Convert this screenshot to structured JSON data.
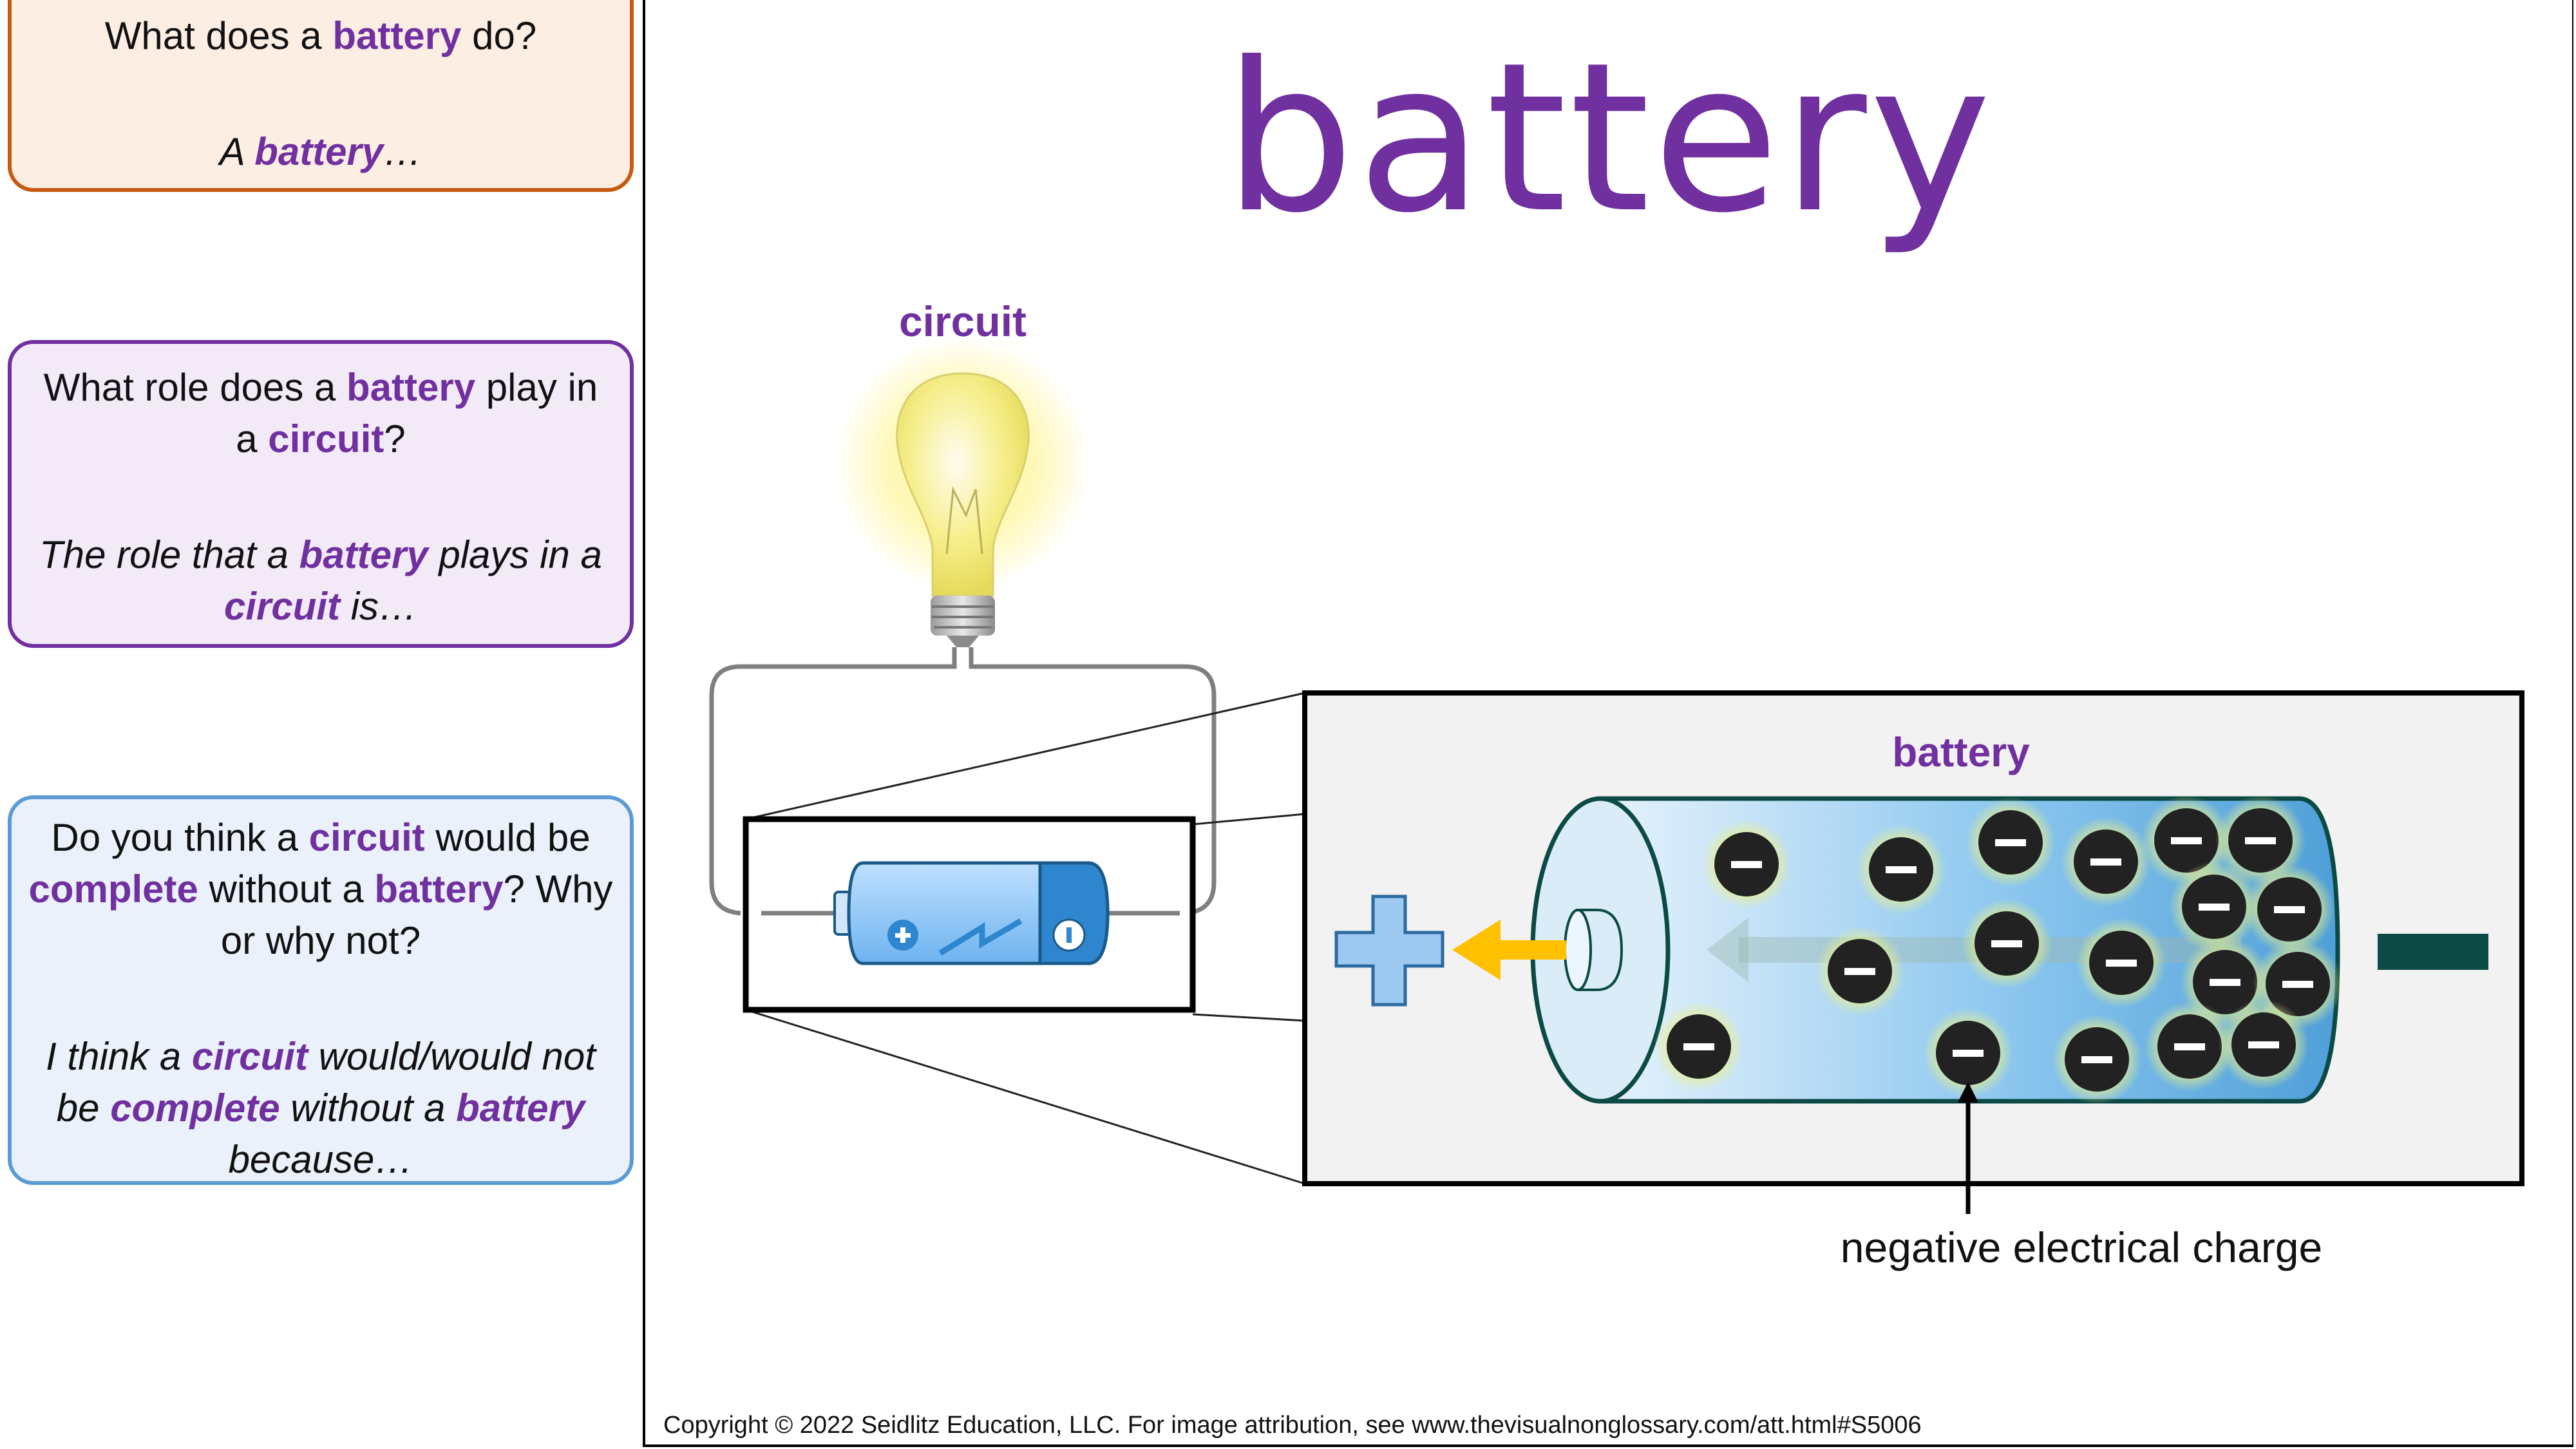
{
  "title": "battery",
  "prompts": [
    {
      "question": [
        "What does a ",
        "battery",
        " do?"
      ],
      "answer": [
        "A ",
        "battery",
        "…"
      ]
    },
    {
      "question": [
        "What role does a ",
        "battery",
        " play in a ",
        "circuit",
        "?"
      ],
      "answer": [
        "The role that a ",
        "battery",
        " plays in a ",
        "circuit",
        " is…"
      ]
    },
    {
      "question": [
        "Do you think a ",
        "circuit",
        " would be ",
        "complete",
        " without a ",
        "battery",
        "? Why or why not?"
      ],
      "answer": [
        "I think a ",
        "circuit",
        " would/would not be ",
        "complete",
        " without a ",
        "battery",
        " because…"
      ]
    }
  ],
  "diagram": {
    "circuit_label": "circuit",
    "battery_label": "battery",
    "charge_label": "negative electrical charge",
    "colors": {
      "keyword": "#7030a0",
      "battery_blue": "#5b9bd5",
      "arrow_yellow": "#ffc000",
      "terminal_teal": "#0b4a45",
      "charge_dark": "#222222"
    },
    "icons": [
      "light-bulb-icon",
      "plus-sign-icon",
      "minus-sign-icon",
      "battery-icon"
    ]
  },
  "copyright": "Copyright © 2022 Seidlitz Education, LLC.  For image attribution, see www.thevisualnonglossary.com/att.html#S5006"
}
